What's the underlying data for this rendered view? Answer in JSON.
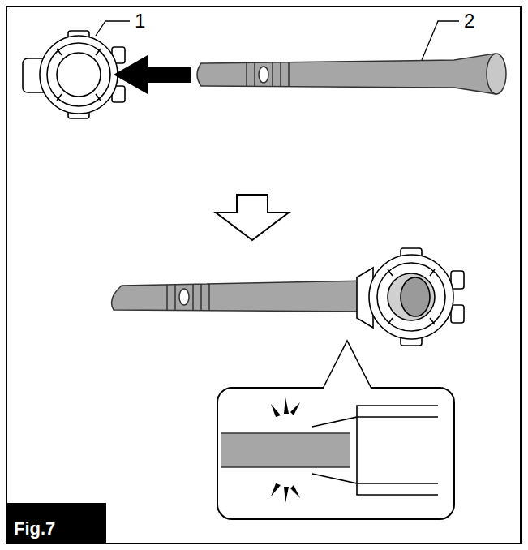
{
  "diagram": {
    "nodes": [
      {
        "text": [
          "Fig.7"
        ]
      }
    ],
    "labels": [
      "1",
      "2"
    ]
  }
}
